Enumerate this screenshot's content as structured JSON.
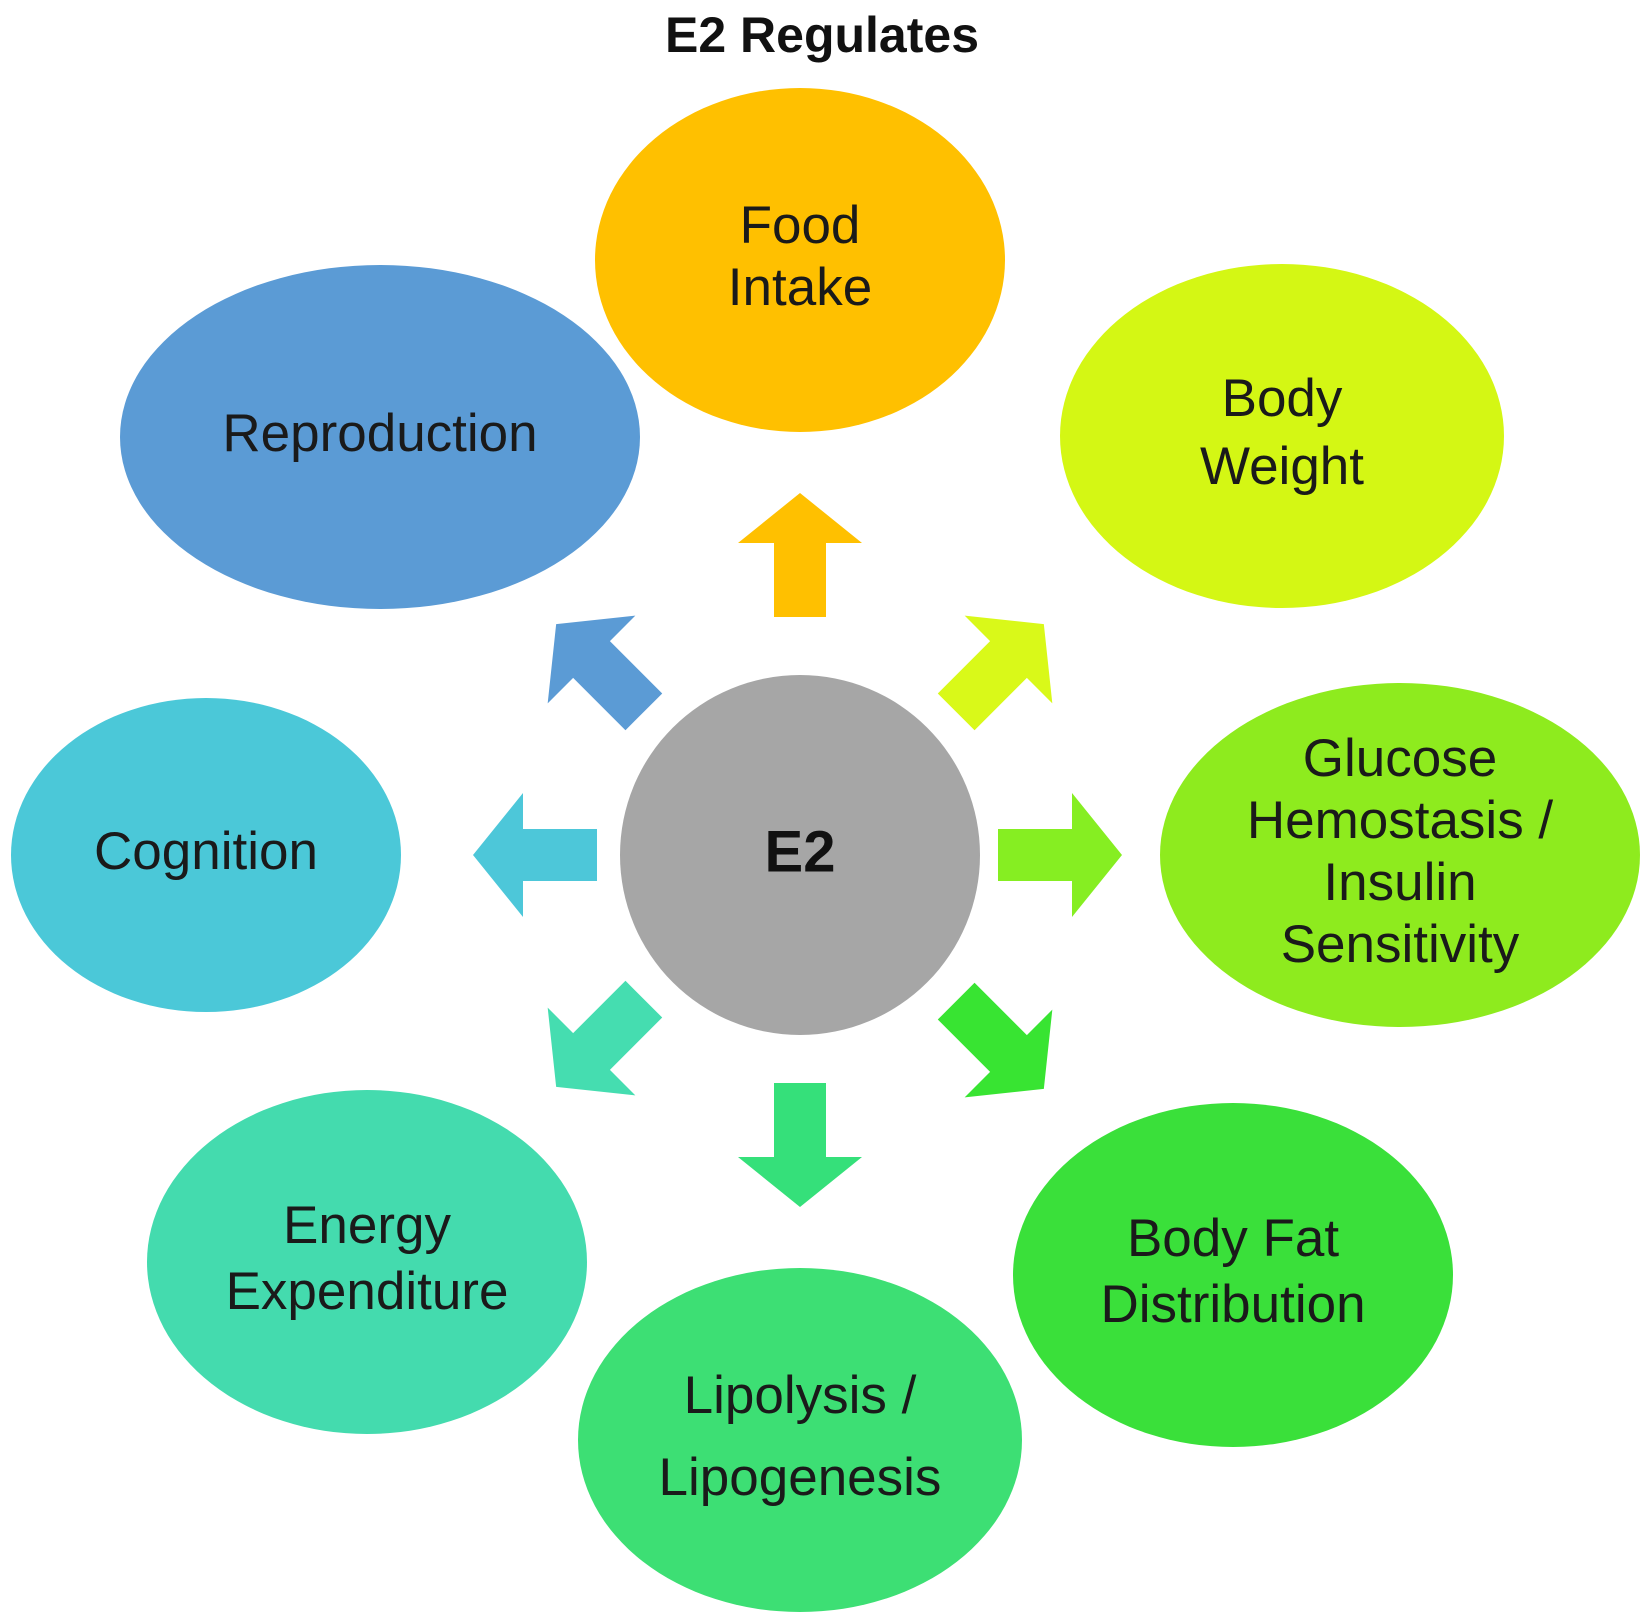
{
  "title": "E2 Regulates",
  "center": {
    "label": "E2",
    "color": "#A6A6A6"
  },
  "nodes": [
    {
      "id": "food-intake",
      "lines": [
        "Food",
        "Intake"
      ],
      "color": "#FFC000"
    },
    {
      "id": "body-weight",
      "lines": [
        "Body",
        "Weight"
      ],
      "color": "#D4F714"
    },
    {
      "id": "glucose-hemostasis",
      "lines": [
        "Glucose",
        "Hemostasis /",
        "Insulin",
        "Sensitivity"
      ],
      "color": "#8EEB1E"
    },
    {
      "id": "body-fat-distribution",
      "lines": [
        "Body Fat",
        "Distribution"
      ],
      "color": "#3AE03A"
    },
    {
      "id": "lipolysis-lipogenesis",
      "lines": [
        "Lipolysis /",
        "Lipogenesis"
      ],
      "color": "#3DDF74"
    },
    {
      "id": "energy-expenditure",
      "lines": [
        "Energy",
        "Expenditure"
      ],
      "color": "#44DBAE"
    },
    {
      "id": "cognition",
      "lines": [
        "Cognition"
      ],
      "color": "#4BC8D8"
    },
    {
      "id": "reproduction",
      "lines": [
        "Reproduction"
      ],
      "color": "#5B9BD5"
    }
  ],
  "arrows": [
    {
      "target": "food-intake",
      "color": "#FFC000"
    },
    {
      "target": "body-weight",
      "color": "#D9F919"
    },
    {
      "target": "glucose-hemostasis",
      "color": "#86EE22"
    },
    {
      "target": "body-fat-distribution",
      "color": "#38E432"
    },
    {
      "target": "lipolysis-lipogenesis",
      "color": "#35E07A"
    },
    {
      "target": "energy-expenditure",
      "color": "#45DDB0"
    },
    {
      "target": "cognition",
      "color": "#4DC7D9"
    },
    {
      "target": "reproduction",
      "color": "#5B9BD5"
    }
  ]
}
